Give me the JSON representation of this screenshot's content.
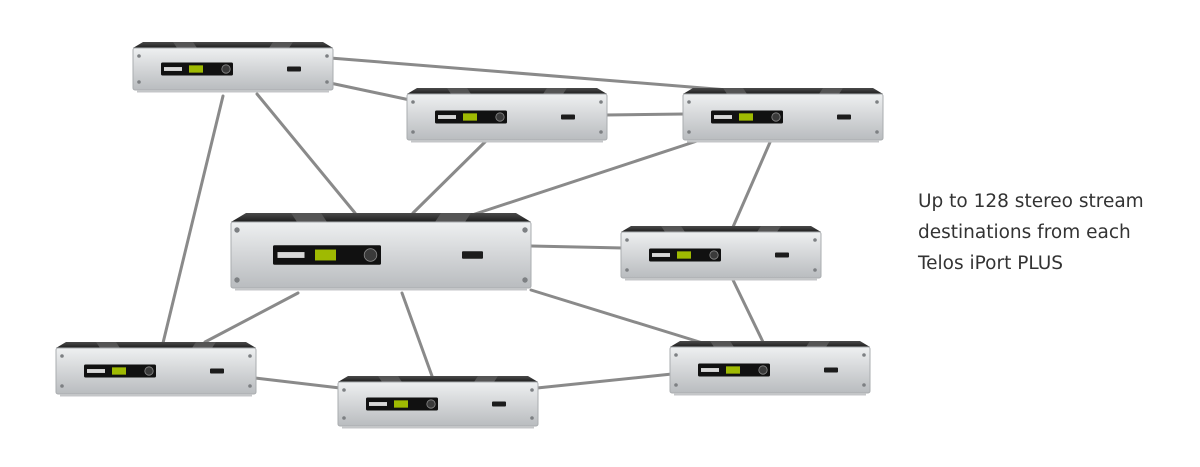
{
  "caption": {
    "lines": [
      "Up to 128 stereo stream",
      "destinations from each",
      "Telos iPort PLUS"
    ]
  },
  "diagram": {
    "colors": {
      "connection": "#8a8a8a",
      "chassis_top": "#2b2b2b",
      "chassis_face": "#d4d6d8",
      "display": "#111111",
      "display_text": "#b8d800"
    }
  }
}
